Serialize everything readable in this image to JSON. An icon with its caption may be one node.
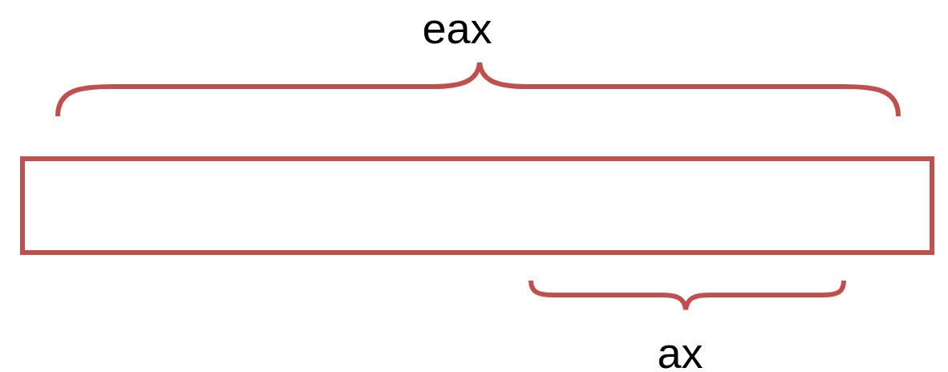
{
  "diagram": {
    "nodes": [
      {
        "text": [],
        "shape": "bar"
      }
    ],
    "labels": [
      "eax",
      "ax"
    ]
  }
}
